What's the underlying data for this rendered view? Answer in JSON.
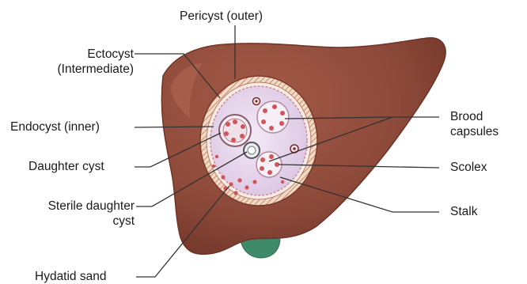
{
  "labels": {
    "pericyst": "Pericyst (outer)",
    "ectocyst_line1": "Ectocyst",
    "ectocyst_line2": "(Intermediate)",
    "endocyst": "Endocyst (inner)",
    "daughter_cyst": "Daughter cyst",
    "sterile_line1": "Sterile daughter",
    "sterile_line2": "cyst",
    "hydatid_sand": "Hydatid sand",
    "brood_line1": "Brood",
    "brood_line2": "capsules",
    "scolex": "Scolex",
    "stalk": "Stalk"
  },
  "colors": {
    "liver": "#8e4a3a",
    "liver_edge": "#6e3326",
    "gallbladder": "#3f8a6a",
    "pericyst_ring": "#f2e2d2",
    "cyst_fluid": "#e8d8ee",
    "scolex_red": "#d2545a",
    "leader_line": "#333333"
  }
}
